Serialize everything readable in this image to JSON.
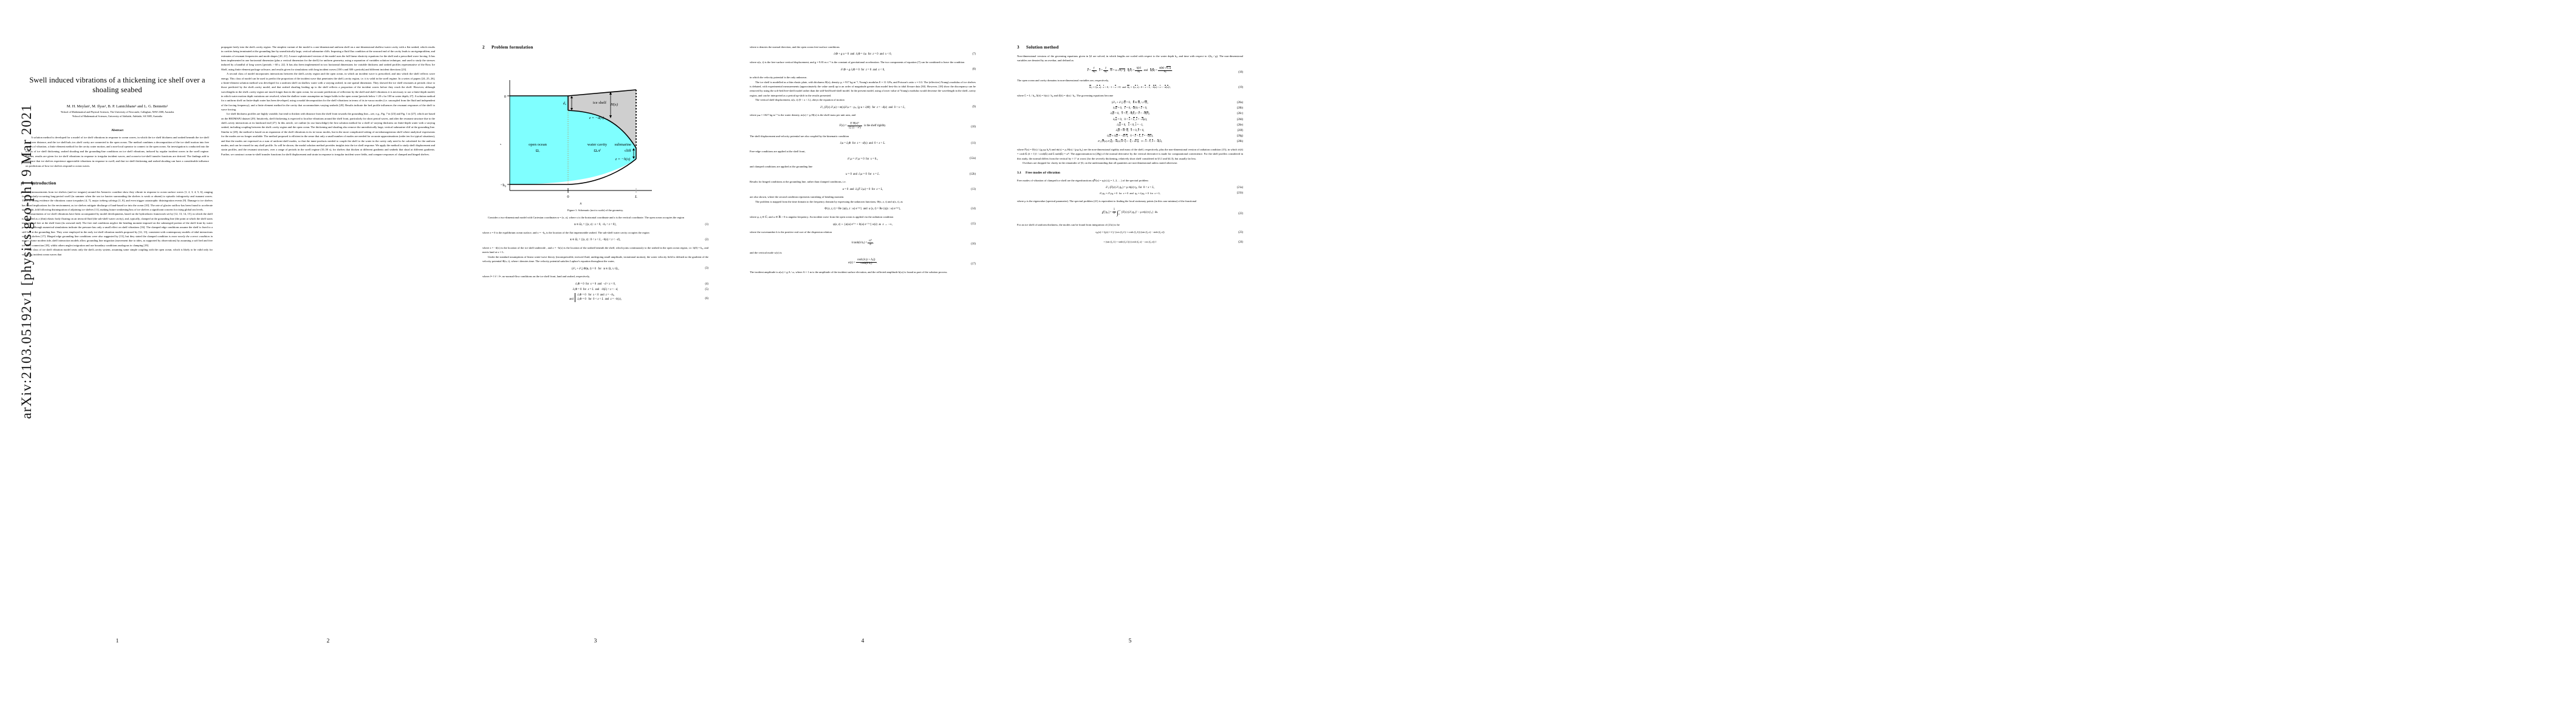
{
  "arxiv_stamp": "arXiv:2103.05192v1  [physics.geo-ph]  9 Mar 2021",
  "paper": {
    "title": "Swell induced vibrations of a thickening ice shelf over a shoaling seabed",
    "authors": "M. H. Meylan¹, M. Ilyas¹, B. P. Lamichhane¹ and L. G. Bennetts²",
    "affiliation1": "¹School of Mathematical and Physical Sciences, The University of Newcastle, Callaghan, NSW 2308, Australia",
    "affiliation2": "²School of Mathematical Sciences, University of Adelaide, Adelaide, SA 5005, Australia",
    "abstract_heading": "Abstract",
    "abstract": "A solution method is developed for a model of ice shelf vibrations in response to ocean waves, in which the ice shelf thickness and seabed beneath the ice shelf vary over distance, and the ice shelf/sub–ice–shelf cavity are connected to the open ocean. The method combines a decomposition of the ice shelf motion into free modes of vibration, a finite element method for the cavity water motion, and a non-local operator to connect to the open ocean. An investigation is conducted into the effects of ice shelf thickening, seabed shoaling and the grounding-line conditions on ice shelf vibrations, induced by regular incident waves in the swell regime. Further, results are given for ice shelf vibrations in response to irregular incident waves, and ocean-to-ice-shelf transfer functions are derived. The findings add to evidence that ice shelves experience appreciable vibrations in response to swell, and that ice shelf thickening and seabed shoaling can have a considerable influence on predictions of how ice shelves respond to ocean waves."
  },
  "sections": {
    "introduction": {
      "num": "1",
      "title": "Introduction"
    },
    "problem_formulation": {
      "num": "2",
      "title": "Problem formulation"
    },
    "solution_method": {
      "num": "3",
      "title": "Solution method"
    },
    "free_modes": {
      "num": "3.1",
      "title": "Free modes of vibration"
    }
  },
  "page1": {
    "page_number": "1",
    "paras": [
      "Seismic measurements from ice shelves (and ice tongues) around the Antarctic coastline show they vibrate in response to ocean surface waves [1, 2, 3, 4, 5, 6], ranging from regularly-occurring long-period swell (in summer when the sea ice barrier surrounding the shelves is weak or absent) to episodic infragravity and tsunami waves. There is strong evidence the vibrations cause icequakes [4, 7], major iceberg calvings [1, 8], and even trigger catastrophic disintegration events [9]. Damage to ice shelves has broad implications for the environment, as ice shelves mitigate discharge of land-based ice into the ocean [10]. The rate of glacier outflow has been found to accelerate up to eight–fold following disintegration of adjoining ice shelves [11], making future weakening/loss of ice shelves a significant concern for rising global sea levels.",
      "Measurements of ice shelf vibrations have been accompanied by model developments, based on the hydroelastic framework set by [12, 13, 14, 15], in which the shelf is modelled as a (thin) elastic body floating on an inviscid fluid (the sub-shelf water cavity), and, typically, clamped at the grounding line (the point at which the shelf starts to float) and free at the shelf front (its seaward end). The free end conditions neglect the bending moment imposed on the submerged portion of the shelf front by water pressure, although numerical simulations indicate the pressure has only a small effect on shelf vibrations [16]. The clamped edge conditions assume the shelf is fixed to a stiff bed at the grounding line. They were employed in the early ice-shelf vibration models proposed by [12, 13], consistent with contemporary models of tidal interactions with ice shelves [17]. Hinged edge grounding line conditions were also suggested by [13], but they stated the clamped condition <em>is more nearly the correct condition in nature</em>. Some modern tide–shelf interaction models allow grounding line migration (movement due to tides, as supported by observations) by assuming a soft bed and free ice shelf connection [18], whilst others neglect migration and use boundary conditions analogous to clamping [19].",
      "One class of ice shelf vibration model treats only the shelf–cavity system, assuming some simple coupling with the open ocean, which is likely to be valid only for very long incident ocean waves that"
    ]
  },
  "page2": {
    "page_number": "2",
    "paras": [
      "propagate freely into the shelf–cavity region. The simplest variant of the model is a one-dimensional uniform shelf on a one-dimensional shallow-water cavity with a flat seabed, which results in cavities being terminated at the grounding line by unrealistically large, vertical submarine cliffs. Imposing a fluid flux condition at the seaward end of the cavity leads to an eigenproblem, and estimates of resonant frequencies and mode shapes [20, 21]. A more sophisticated version of the model uses the full linear elasticity equations for the shelf and a prescribed wave forcing. It has been implemented in one horizontal dimension (plus a vertical dimension for the shelf) for uniform geometry, using a separation of variables solution technique, and used to study the stresses induced by a handful of long waves [periods > 60 s; 22]. It has also been implemented in two horizontal dimensions for variable thickness and seabed profiles representative of the Ross Ice Shelf, using finite element package software, and results given for simulations with long incident waves (100 s and 300 s periods) and different incident directions [23].",
      "A second class of model incorporates interactions between the shelf–cavity region and the open ocean, in which an incident wave is prescribed, and into which the shelf reflects wave energy. This class of model can be used to predict the proportion of the incident wave that penetrates the shelf–cavity region, i.e. it is valid in the swell regime. In a series of papers [24, 25, 26], a finite-element solution method was developed for a uniform shelf on shallow water with a varying seabed, in one spatial dimension. They showed the ice shelf resonates at periods close to those predicted by the shelf–cavity model, and that seabed shoaling leading up to the shelf reflects a proportion of the incident waves before they reach the shelf. However, although wavelengths in the shelf–cavity region are much longer than in the open ocean, for accurate predictions of reflection by the shelf and shelf vibrations it is necessary to use a finite-depth model, in which water motion depth variations are resolved, when the shallow-water assumption no longer holds in the open ocean [periods below ≈ 20 s for 100 m water depth; 27]. A solution method for a uniform shelf on finite-depth water has been developed, using a modal decomposition for the shelf vibrations in terms of its in-vacuo modes (i.e. uncoupled from the fluid and independent of the forcing frequency), and a finite element method in the cavity that accommodates varying seabeds [28]. Results indicate the bed profile influences the resonant responses of the shelf to wave forcing.",
      "Ice shelf thickness profiles are highly variable, but tend to thicken with distance from the shelf front towards the grounding line—see, e.g., Fig. 7 in [23] and Fig. 1 in [27], which are based on the BEDMAP2 dataset [29]. Intuitively, shelf thickening is expected to localise vibrations around the shelf front, particularly for short period waves, and alter the resonant structure due to the shelf–cavity interactions at its landward end [27]. In this article, we outline (to our knowledge) the first solution method for a shelf of varying thickness on finite-depth water with a varying seabed, including coupling between the shelf–cavity region and the open ocean. The thickening and shoaling also remove the unrealistically large, vertical submarine cliff at the grounding line. Similar to [28], the method is based on an expansion of the shelf vibrations in its in-vacuo modes, but in the more complicated setting of an inhomogeneous shelf where analytical expressions for the modes are no longer available. The method proposed is efficient in the sense that only a small number of modes are needed for accurate approximations (order ten for typical situations), and that the modes are expressed as a sum of uniform-shelf modes, so that the inner-products needed to couple the shelf to the water in the cavity only need to be calculated for the uniform modes, and can be reused for any shelf profile. As will be shown, the modal solution method provides insights into the ice shelf response. We apply the method to study shelf displacement and strain profiles, and the resonant structures, over a range of periods in the swell regime (10–50 s), for shelves that thicken at different gradients and seabeds that shoal at different gradients. Further, we construct ocean-to-shelf transfer functions for shelf displacement and strain in response to irregular incident wave fields, and compare responses of clamped and hinged shelves."
    ]
  },
  "page3": {
    "page_number": "3",
    "figure": {
      "caption": "Figure 1: Schematic (not to scale) of the geometry.",
      "labels": {
        "ice_shelf": "ice shelf",
        "open_ocean": "open ocean",
        "open_ocean_symbol": "Ωₒ",
        "water_cavity": "water cavity",
        "water_cavity_symbol": "Ω𝒜",
        "submarine": "submarine",
        "cliff": "cliff",
        "thickness": "H(x)",
        "draft": "d₀",
        "underside": "z = −d(x)",
        "seabed": "z = −h(x)",
        "y_zero": "0",
        "y_bottom": "−h₀",
        "x_zero": "0",
        "x_L": "L",
        "x_axis": "x",
        "z_axis": "z"
      },
      "colors": {
        "water": "#7FFFFF",
        "ice": "#CCCCCC",
        "outline": "#000000",
        "dotted": "#C08040"
      }
    },
    "paras": [
      "Consider a two-dimensional model with Cartesian coordinates <b>x</b> = (x, z), where x is the horizontal coordinate and z is the vertical coordinate. The open ocean occupies the region",
      "where z = 0 is the equilibrium ocean surface, and z = −h₀ is the location of the flat impermeable seabed. The sub-shelf water cavity occupies the region",
      "where z = −d(x) is the location of the ice shelf underside , and z = −h(x) is the location of the seabed beneath the shelf, which joins continuously to the seabed in the open ocean region, i.e. h(0) = h₀, and meets land at x = L.",
      "Under the standard assumptions of linear water-wave theory (incompressible, inviscid fluid, undergoing small amplitude, irrotational motion), the water velocity field is defined as the gradient of the velocity potential Φ(x, t), where t denotes time. The velocity potential satisfies Laplace's equation throughout the water,",
      "where ∂• ≡ ∂ / ∂•, no-normal-flow conditions on the ice shelf front, land and seabed, respectively,"
    ],
    "equations": [
      {
        "tag": "(1)",
        "body": "<b>x</b> ∈ Ω<sub>o</sub> = {(x, z) : x &lt; 0, −h<sub>0</sub> &lt; z &lt; 0},"
      },
      {
        "tag": "(2)",
        "body": "<b>x</b> ∈ Ω<sub>c</sub> = {(x, z) : 0 &lt; x &lt; L, −h(x) &lt; z &lt; −d},"
      },
      {
        "tag": "(3)",
        "body": "(∂²<sub>x</sub> + ∂²<sub>z</sub>) Φ(<b>x</b>, t) = 0   for   <b>x</b> ∈ Ω<sub>o</sub> ∪ Ω<sub>c</sub>,"
      },
      {
        "tag": "(4)",
        "body": "∂<sub>x</sub>Φ = 0   for   x = 0   and   − d &lt; z &lt; 0,"
      },
      {
        "tag": "(5)",
        "body": "∂<sub>x</sub>Φ = 0   for   x = L   and   − h(L) &lt; z &lt; −d,"
      },
      {
        "tag": "(6)",
        "body": "and { ∂<sub>z</sub>Φ = 0 for x &lt; 0 and z = −h<sub>0</sub>, ∂<sub>n</sub>Φ = 0 for 0 &lt; x &lt; L and z = −h(x),"
      }
    ]
  },
  "page4": {
    "page_number": "4",
    "paras": [
      "where n denotes the normal direction, and the open ocean free-surface conditions",
      "where u(x, t) is the free-surface vertical displacement, and g = 9.81 m s⁻² is the constant of gravitational acceleration. The two components of equation (7) can be combined to leave the condition",
      "in which the velocity potential is the only unknown.",
      "The ice shelf is modelled as a thin elastic plate, with thickness H(x), density ρᵢ = 917 kg m⁻³, Young's modulus E = 11 GPa, and Poisson's ratio ν = 0.3. The (effective) Young's modulus of ice shelves is debated, with experimental measurements (approximately the value used) up to an order of magnitude greater than model best-fits to tidal flexure data [30]. However, [18] show the discrepancy can be removed by using the soft-bed/free-shelf model rather than the stiff-bed/fixed-shelf model. In the present model, using a lower value of Young's modulus would decrease the wavelength in the shelf–cavity region, and can be interpreted as a period up-shift in the results presented.",
      "The vertical shelf displacement, u(x, t) (0 < x < L), obeys the equation of motion",
      "where ρ𝓌 = 1027 kg m⁻³ is the water density, m(x) = ρᵢ H(x) is the shelf mass per unit area, and",
      "The shelf displacement and velocity potential are also coupled by the kinematic condition",
      "Free-edge conditions are applied at the shelf front,",
      "and clamped conditions are applied at the grounding line",
      "Results for hinged conditions at the grounding line, rather than clamped conditions, i.e.",
      "are also shown, where the second condition represents vanishing of bending moment.",
      "The problem is mapped from the time domain to the frequency domain by expressing the unknown functions, Φ(x, z, t) and u(x, t), as",
      "where φ, η ∈ ℂ, and ω ∈ ℝ > 0 is angular frequency. An incident wave from the open ocean is applied via the radiation condition",
      "where the wavenumber k is the positive real root of the dispersion relation",
      "and the vertical mode w(z) is",
      "The incident amplitude is a(ω) = g A / ω, where A = 1 m is the amplitude of the incident surface elevation, and the reflected amplitude b(ω) is found as part of the solution process."
    ],
    "equations": [
      {
        "tag": "(7)",
        "body": "∂<sub>t</sub>Φ + g u = 0   and   ∂<sub>z</sub>Φ = ∂<sub>t</sub>u   for   z = 0   and   x &lt; 0,"
      },
      {
        "tag": "(8)",
        "body": "∂²<sub>t</sub>Φ + g ∂<sub>z</sub>Φ = 0   for   z = 0   and   x &lt; 0,"
      },
      {
        "tag": "(9)",
        "body": "∂²<sub>x</sub> (F(x) ∂²<sub>x</sub>u) + m(x) ∂²<sub>t</sub>u = −ρ<sub>w</sub> {g u + ∂<sub>t</sub>Φ}   for   z = −d(x)   and   0 &lt; x &lt; L,"
      },
      {
        "tag": "(10)",
        "body": "F(x) = E H(x)³ / 12 (1 − ν²)   is the shelf rigidity."
      },
      {
        "tag": "(11)",
        "body": "∂<sub>t</sub>u = ∂<sub>n</sub>Φ   for   z = −d(x)   and   0 &lt; x &lt; L."
      },
      {
        "tag": "(12a)",
        "body": "∂²<sub>x</sub>u = ∂³<sub>x</sub>u = 0   for   x = 0<sub>+</sub>,"
      },
      {
        "tag": "(12b)",
        "body": "u = 0   and   ∂<sub>x</sub>u = 0   for   x = L."
      },
      {
        "tag": "(13)",
        "body": "u = 0   and   ∂<sub>x</sub>(F ∂<sub>x</sub>u) = 0   for   x = L,"
      },
      {
        "tag": "(14)",
        "body": "Φ (x, z, t) = Re {φ(x, z : ω) e^(−iωt)}   and   u (x, t) = Re {η(x : ω) e^(−iωt)},"
      },
      {
        "tag": "(15)",
        "body": "φ(x, z) ∼ {a(ω) e^(i k x) + b(ω) e^(−i k x)} w(z)   as   x → −∞,"
      },
      {
        "tag": "(16)",
        "body": "k tanh(k h₀) = ω² / g,"
      },
      {
        "tag": "(17)",
        "body": "w(z) = cosh{k (z + h₀)} / cosh(k h₀)."
      }
    ]
  },
  "page5": {
    "page_number": "5",
    "paras": [
      "Non-dimensional versions of the governing equations given in §2 are solved, in which lengths are scaled with respect to the water depth h₀, and time with respect to √(h₀ / g). The non-dimensional variables are denoted by an overbar, and defined as",
      "The open ocean and cavity domains in non-dimensional variables are, respectively,",
      "where L̄ = L / h₀, h̄(x̄) = h(x) / h₀ and d̄(x̄) = d(x) / h₀. The governing equations become",
      "where F̄(x) = D(x) / (g ρ𝓌 h₀⁴) and m̄(x) = ρᵢ H(x) / (ρ𝓌 h₀) are the non-dimensional rigidity and mass of the shelf, respectively, plus the non-dimensional version of radiation condition (15), in which w̄(z̄) = cosh{k̄ (z̄ + 1)} / cosh(k̄) and k̄ tanh(k̄) = ω̄². The approximation in (20g) of the normal derivative by the vertical derivative is made for computational convenience. For the shelf profiles considered in this study, the normal differs from the vertical by ≈ 1° at worst (for the severely thickening, relatively short shelf considered in §3.1 and §4.3), but usually far less.",
      "Overbars are dropped for clarity in the remainder of §3, on the understanding that all quantities are non-dimensional unless stated otherwise.",
      "Free modes of vibration of clamped ice shelf are the eigenfunctions η𝖿𝗋(x) = ηⱼ(x) (j = 1, 2, …) of the spectral problem",
      "where μ is the eigenvalue (spectral parameter). The spectral problem (21) is equivalent to finding the local stationary points (in this case minima) of the functional",
      "For an ice shelf of uniform thickness, the modes can be found from integration of (21a) to be"
    ],
    "equations": [
      {
        "tag": "(18)",
        "body": "x̄ = x / h₀,  z̄ = z / h₀  ω̄ = ω √(h₀ / g)  η̄(x̄) = η(x) / h₀  and  φ̄(x̄) = φ(x) √(h₀ g) / h₀."
      },
      {
        "tag": "(19)",
        "body": "Ω̄<sub>o</sub> = {(x̄, z̄) : x̄ &lt; 0, −1 &lt; z̄ &lt; 0}   and   Ω̄<sub>c</sub> = {(x̄, z̄) : 0 &lt; x̄ &lt; L̄, −h̄(x̄) &lt; z̄ &lt; −d̄(x̄)},"
      },
      {
        "tag": "(20a)",
        "body": "(∂²<sub>x̄</sub> + ∂²<sub>z̄</sub>) φ̄ = 0,   x̄ ∈ Ω̄<sub>o</sub> ∪ Ω̄<sub>c</sub>,"
      },
      {
        "tag": "(20b)",
        "body": "∂<sub>x̄</sub>φ̄ = 0,   x̄ = 0, −d̄(0) &lt; z̄ &lt; 0,"
      },
      {
        "tag": "(20c)",
        "body": "∂<sub>x̄</sub>φ̄ = 0,   x̄ = L̄, −h̄(L̄) &lt; z̄ &lt; −d̄(L̄),"
      },
      {
        "tag": "(20d)",
        "body": "∂<sub>n̄</sub>φ̄ = 0,   0 &lt; x̄ &lt; L̄, z̄ = −h̄(x),"
      },
      {
        "tag": "(20e)",
        "body": "∂<sub>z̄</sub>φ̄ = 0,   x̄ &lt; 0, z̄ = −1,"
      },
      {
        "tag": "(20f)",
        "body": "∂<sub>z̄</sub>φ̄ = ω̄² φ̄,   x̄ &lt; 0, z̄ = 0,"
      },
      {
        "tag": "(20g)",
        "body": "∂<sub>n̄</sub>φ̄ ≈ ∂<sub>z̄</sub>φ̄ = −iω̄ η̄,   0 &lt; x̄ &lt; L̄, z̄ = −d̄(x̄),"
      },
      {
        "tag": "(20h)",
        "body": "∂²<sub>x̄</sub> (F̄(x) ∂²<sub>x̄</sub>η̄) − m̄(x) ω̄² η̄ = −η̄ + iω̄ φ̄,   0 &lt; x̄ &lt; L̄, z̄ = −d̄(x̄),"
      },
      {
        "tag": "(21a)",
        "body": "∂²<sub>x</sub> (F(x) ∂²<sub>x</sub>η<sub>fr</sub>) = μ m(x) η<sub>fr</sub>   for   0 &lt; x &lt; L,"
      },
      {
        "tag": "(21b)",
        "body": "∂²<sub>x</sub>η<sub>fr</sub> = ∂³<sub>x</sub>η<sub>fr</sub> = 0   for   x = 0   and   η<sub>fr</sub> = ∂<sub>x</sub>η<sub>fr</sub> = 0   for   x = L,"
      },
      {
        "tag": "(22)",
        "body": "𝒥 [η<sub>fr</sub>] = ½ ∫₀ᴸ {F(x) (∂²<sub>x</sub>η<sub>fr</sub>)² − μ m(x) η²<sub>fr</sub>} dx."
      },
      {
        "tag": "(23)",
        "body": "η<sub>fr</sub>(x) = ξ<sub>j</sub>(x) = C<sub>j</sub>{ (cos (ζ<sub>j</sub> L) + cosh (ζ<sub>j</sub> L)) (sin (ζ<sub>j</sub> x) − sinh (ζ<sub>j</sub> x))"
      },
      {
        "tag": "(24)",
        "body": "+ (sin (ζ<sub>j</sub> L) + sinh (ζ<sub>j</sub> L)) (cosh (ζ<sub>j</sub> x) − cos (ζ<sub>j</sub> x)) }"
      }
    ]
  }
}
